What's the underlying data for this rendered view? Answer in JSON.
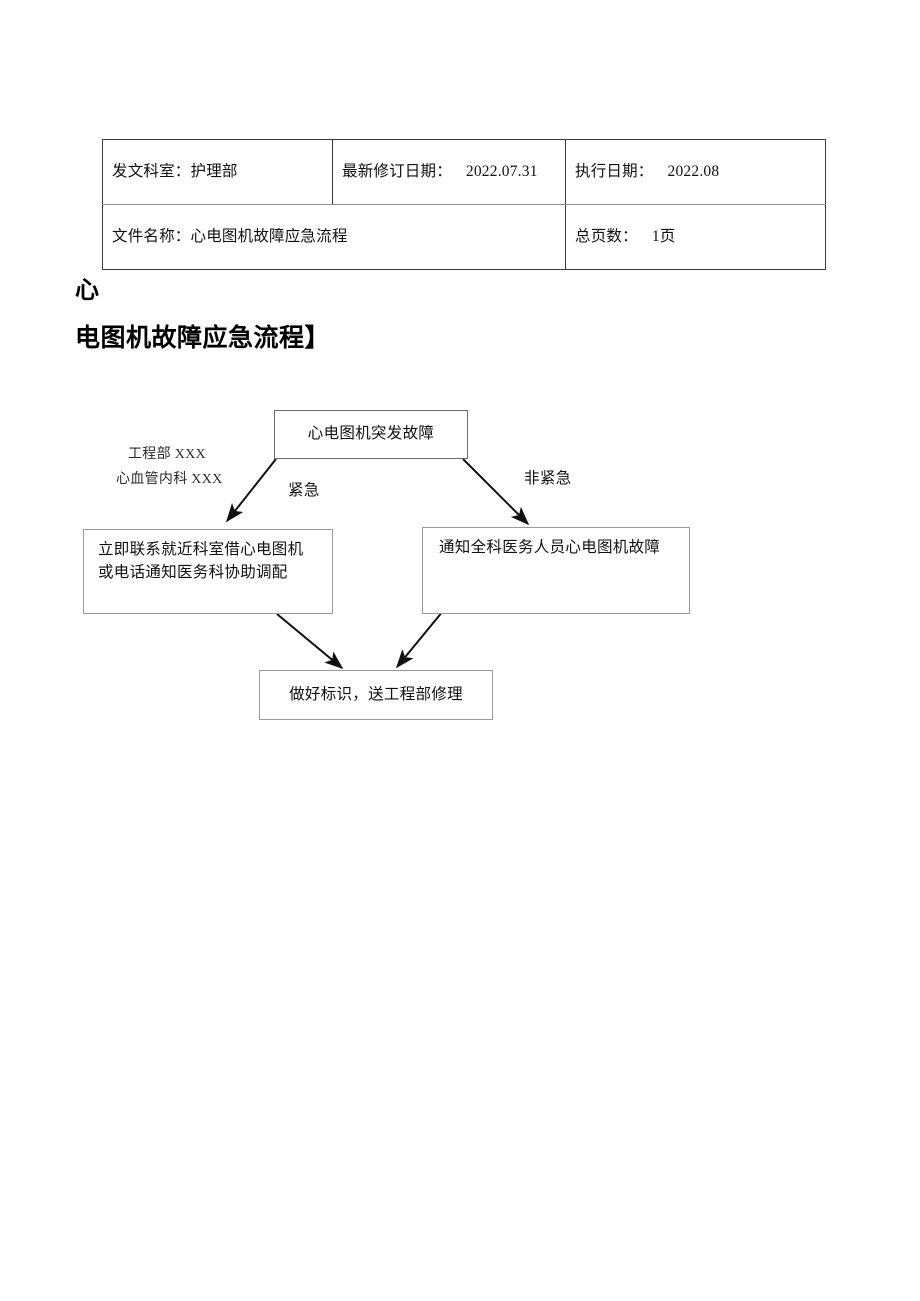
{
  "document": {
    "title_line_1": "心",
    "title_line_2": "电图机故障应急流程】",
    "header_table": {
      "rows": [
        [
          {
            "label": "发文科室：",
            "value": "护理部"
          },
          {
            "label": "最新修订日期：",
            "value": "2022.07.31"
          },
          {
            "label": "执行日期：",
            "value": "2022.08"
          }
        ],
        [
          {
            "label": "文件名称：",
            "value": "心电图机故障应急流程"
          },
          {
            "label": "总页数：",
            "value": "1页"
          }
        ]
      ]
    }
  },
  "chart_data": {
    "type": "diagram",
    "title": "心电图机故障应急流程",
    "nodes": [
      {
        "id": "start",
        "label": "心电图机突发故障"
      },
      {
        "id": "left",
        "label": "立即联系就近科室借心电图机\n或电话通知医务科协助调配"
      },
      {
        "id": "right",
        "label": "通知全科医务人员心电图机故障"
      },
      {
        "id": "bottom",
        "label": "做好标识，送工程部修理"
      }
    ],
    "edges": [
      {
        "from": "start",
        "to": "left",
        "label": "紧急"
      },
      {
        "from": "start",
        "to": "right",
        "label": "非紧急"
      },
      {
        "from": "left",
        "to": "bottom",
        "label": ""
      },
      {
        "from": "right",
        "to": "bottom",
        "label": ""
      }
    ],
    "annotations": [
      {
        "id": "engineering",
        "text": "工程部 XXX"
      },
      {
        "id": "cardiology",
        "text": "心血管内科 XXX"
      }
    ]
  }
}
